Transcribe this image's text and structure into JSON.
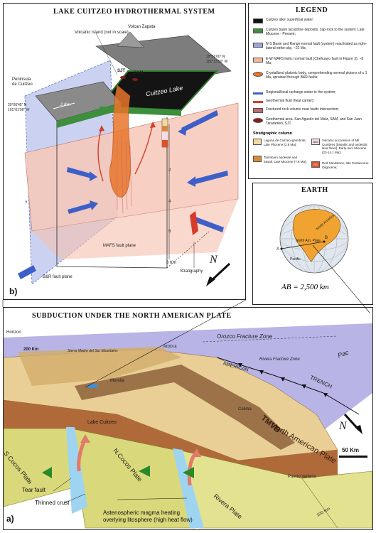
{
  "panel_b": {
    "title": "LAKE CUITZEO HYDROTHERMAL SYSTEM",
    "letter": "b)",
    "labels": {
      "volcan_zapata": "Volcan Zapata",
      "volcanic_island": "Volcanic island (not in scale)",
      "peninsula_1": "Peninsula",
      "peninsula_2": "de Cuitzeo",
      "coord_ne": "19°51'00\" N",
      "coord_ne2": "101°13'50\" W",
      "coord_sw": "20°00'45\" N",
      "coord_sw2": "101°01'56\" W",
      "sjt": "SJT",
      "sam": "SAM",
      "cuitzeo_lake": "Cuitzeo Lake",
      "scale_km": "2 Km",
      "mafs": "MAFS fault plane",
      "br": "B&R fault plane",
      "stratigraphy": "Stratigraphy",
      "depth_2": "2",
      "depth_4": "4",
      "depth_6": "6",
      "depth_8": "8 Km",
      "question": "?",
      "north": "N"
    }
  },
  "legend": {
    "title": "LEGEND",
    "items": [
      {
        "color": "#111111",
        "text": "Cuitzeo lake' superficial water;"
      },
      {
        "color": "#3d8f3d",
        "text": "Cuitzeo basin lacustrine deposits, cap-rock to the system; Late Miocene - Present;"
      },
      {
        "color": "#9aa6dc",
        "text": "N-S Basin and Range normal fault (system) reactivated as right-lateral strike-slip, ~22 Ma;"
      },
      {
        "color": "#f3b79a",
        "text": "E-W MAFS listric normal fault (Chehuayo fault in Figure 3), ~8 Ma;"
      },
      {
        "color": "#e8742a",
        "text": "Crystallized plutonic body, comprehending several plutons of ≤ 1 Ma, upraised through B&R faults;"
      },
      {
        "color": "#3f5fc8",
        "text": "Regional/local recharge water to the system;"
      },
      {
        "color": "#d2402a",
        "text": "Geothermal fluid (heat carrier);"
      },
      {
        "color": "#c06a6a",
        "text": "Fractured rock volume near faults intersection;"
      },
      {
        "color": "#8b1a1a",
        "text": "Geothermal area. San Agustín del Maíz, SAM, and San Juan Tararameo, SJT."
      }
    ],
    "strat_title": "Stratigraphic column",
    "strat": [
      {
        "color": "#f2d9a0",
        "text": "Laguna de Cuitzeo ignimbrite, Late Pliocene (2.8 Ma);"
      },
      {
        "color": "#d88a3a",
        "text": "Tarimbaro andesite and basalt, Late Miocene (7.8 Ma);"
      },
      {
        "color": "#f4dde6",
        "text": "Volcanic succession of Mil Cumbres (basaltic and andesitic lava flows), Early-mid. Miocene (23-14.1 Ma);"
      },
      {
        "color": "#e0502a",
        "text": "Red Sandstone, late Cretaceous-Oligocene;"
      }
    ],
    "strat_codes": [
      "And",
      "RS"
    ]
  },
  "earth": {
    "title": "EARTH",
    "label_na": "North America",
    "label_nap": "North Am. Plate",
    "label_sa": "Pacific",
    "formula": "AB = 2,500 km",
    "a": "A",
    "b": "B"
  },
  "panel_a": {
    "title": "SUBDUCTION UNDER THE NORTH AMERICAN PLATE",
    "letter": "a)",
    "labels": {
      "horizon": "Horizon",
      "km200": "200 Km",
      "orozco": "Orozco  Fracture  Zone",
      "american": "AMERICAN",
      "trench": "TRENCH",
      "rivera_fz": "Rivera Fracture Zone",
      "tmvb": "TMVB",
      "na_plate": "North American Plate",
      "morelia": "Morelia",
      "lake": "Lake Cuitzeo",
      "colima": "Colima",
      "puerto": "Puerto Vallarta",
      "s_cocos": "S Cocos Plate",
      "n_cocos": "N.Cocos Plate",
      "rivera": "Rivera Plate",
      "km100": "100 Km",
      "km50": "50 Km",
      "north": "N",
      "sierra": "Sierra Madre del Sur Mountains",
      "middle": "MIDDLE",
      "pac": "Pac"
    },
    "callouts": {
      "tear": "Tear fault",
      "thinned": "Thinned crust",
      "astheno1": "Astenospheric magma heating",
      "astheno2": "overlying litosphere (high heat flow)"
    }
  }
}
